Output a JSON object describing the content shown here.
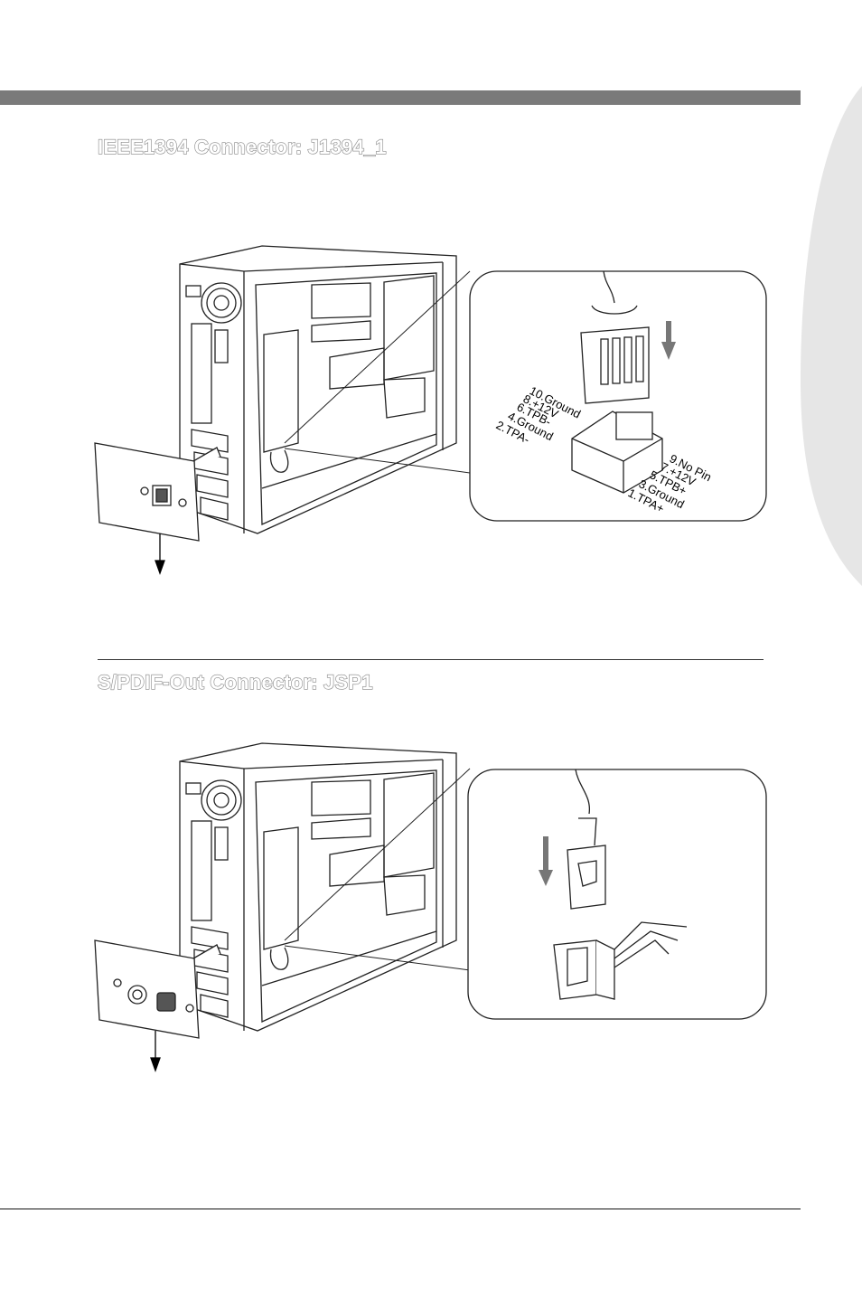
{
  "sections": [
    {
      "title": "IEEE1394 Connector: J1394_1",
      "pins_left": [
        "10.Ground",
        "8.+12V",
        "6.TPB-",
        "4.Ground",
        "2.TPA-"
      ],
      "pins_right": [
        "9.No Pin",
        "7.+12V",
        "5.TPB+",
        "3.Ground",
        "1.TPA+"
      ]
    },
    {
      "title": "S/PDIF-Out Connector: JSP1"
    }
  ],
  "colors": {
    "header_bar": "#7a7a7a",
    "side_tab": "#e6e6e6",
    "title_outline": "#8a8a8a"
  }
}
